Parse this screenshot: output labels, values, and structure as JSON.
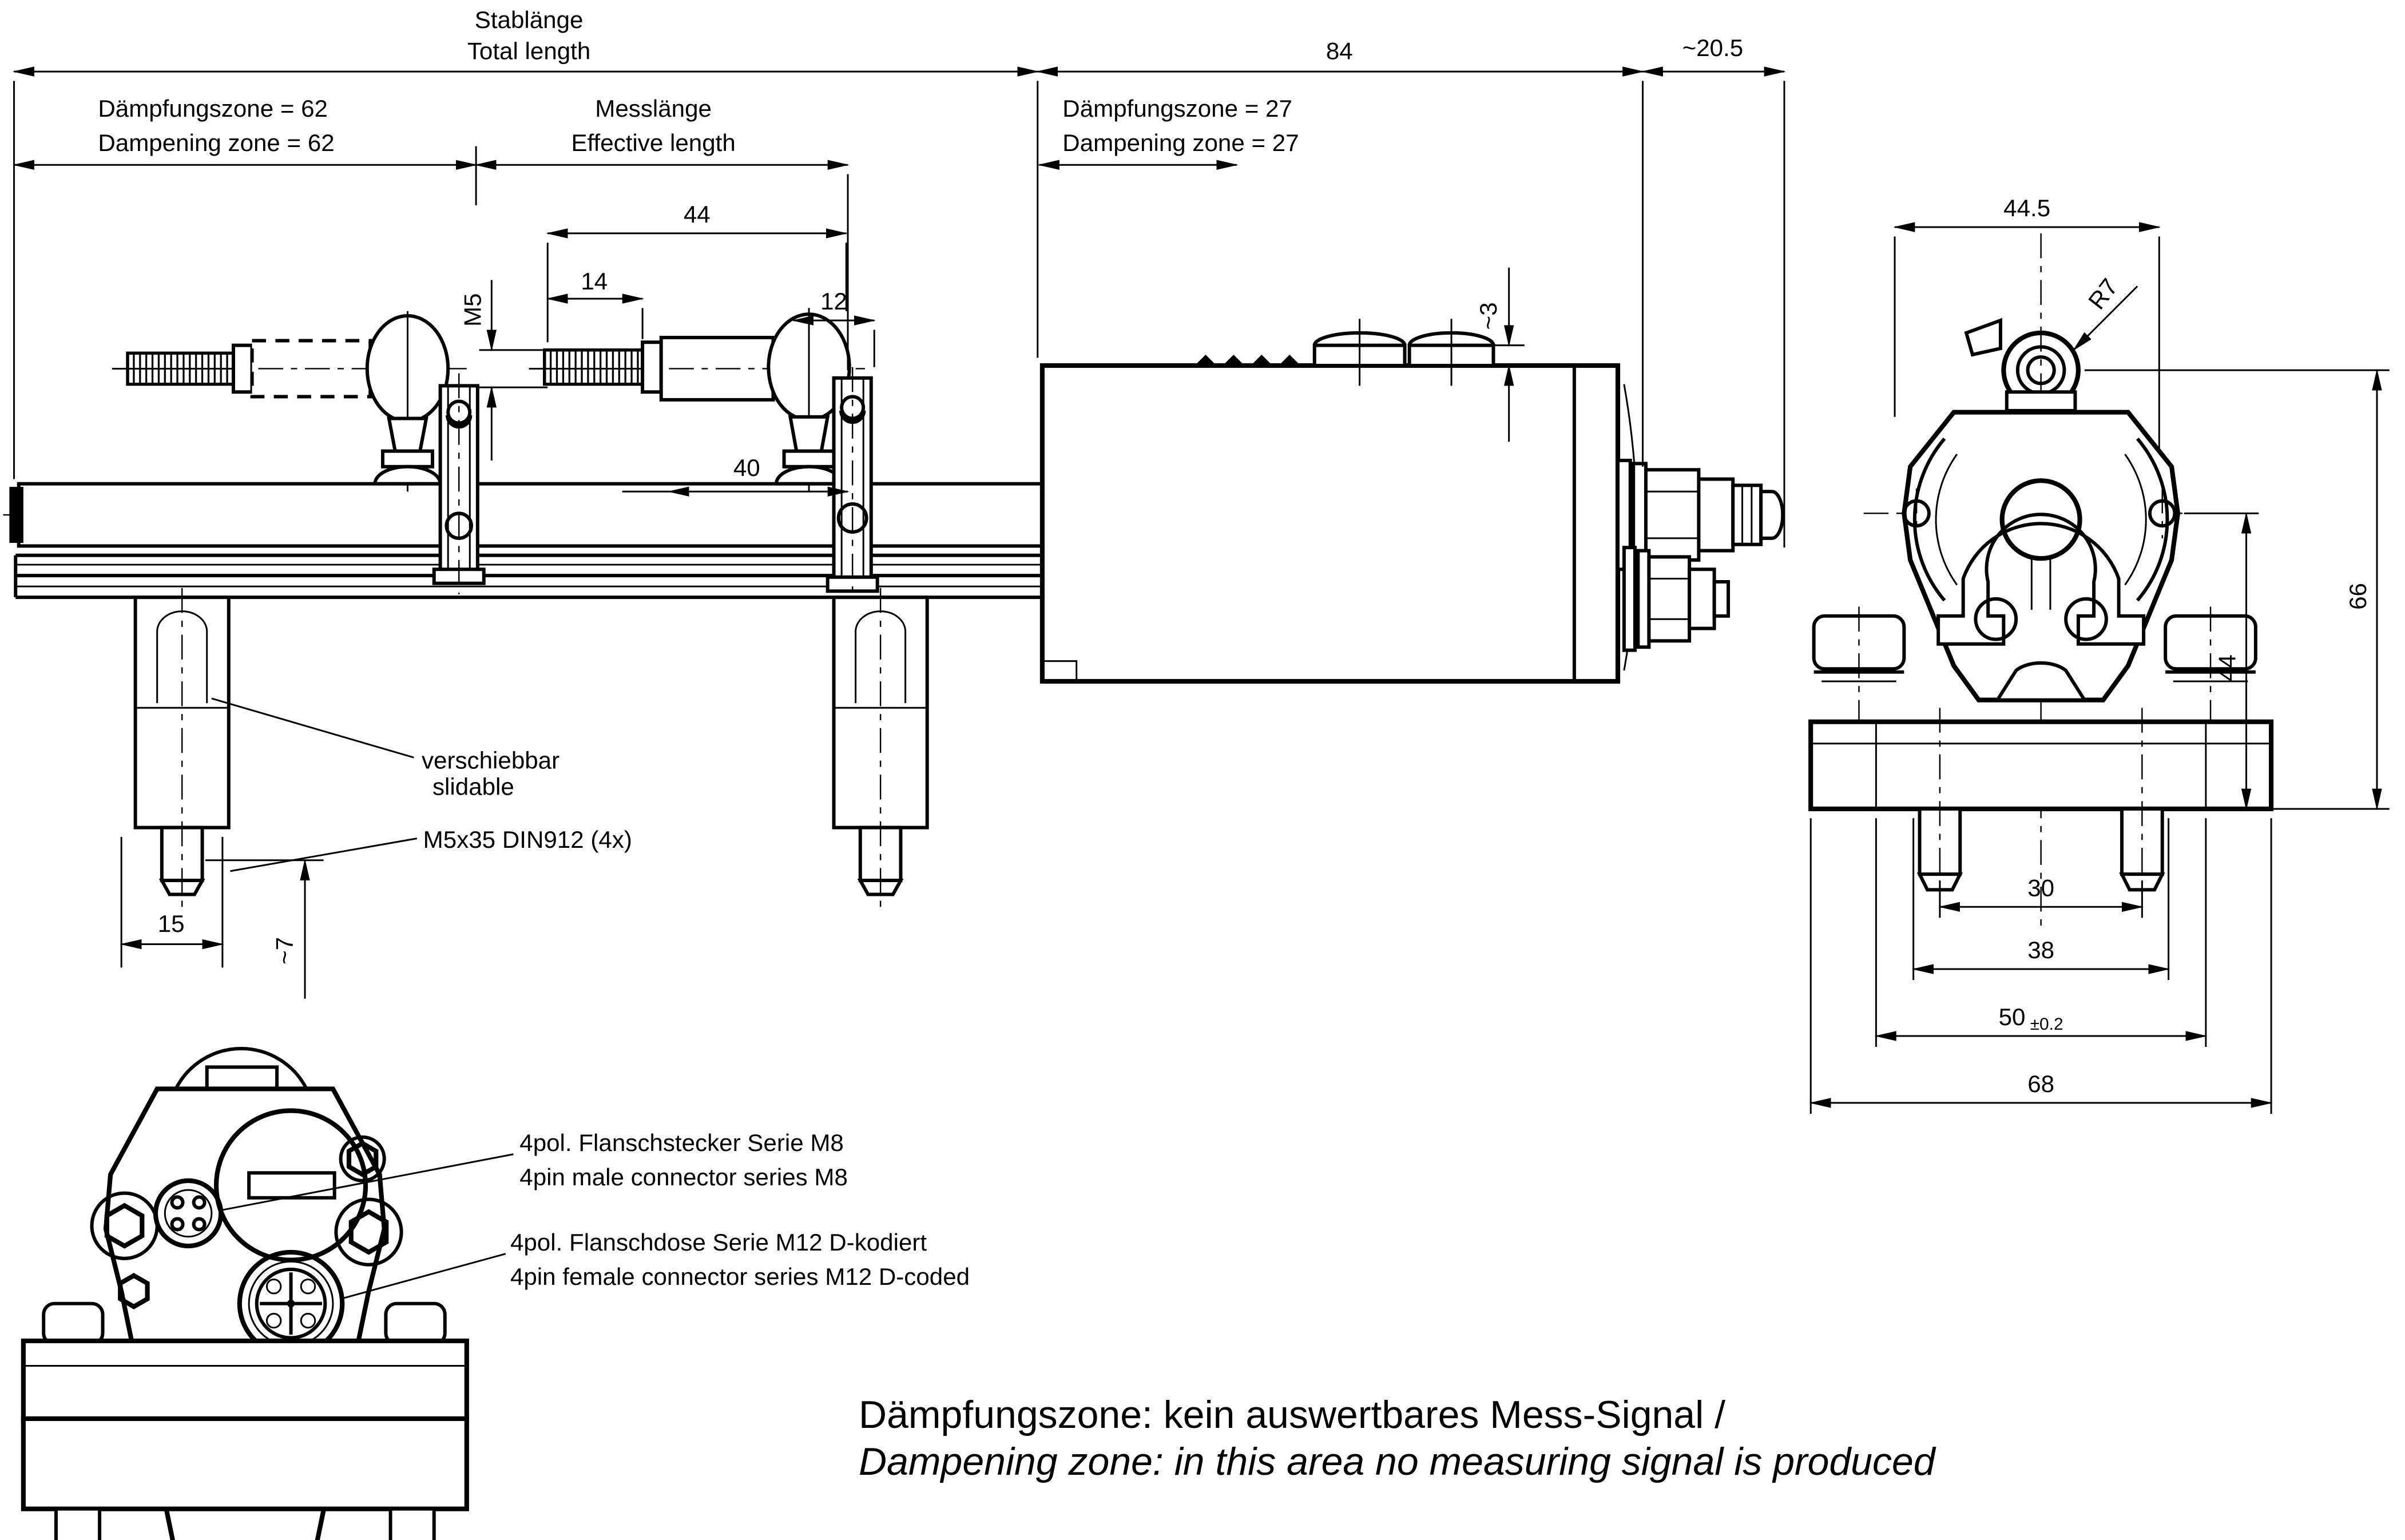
{
  "colors": {
    "ink": "#000000",
    "paper": "#ffffff"
  },
  "labels": {
    "stablaenge_de": "Stablänge",
    "stablaenge_en": "Total length",
    "dz62_de": "Dämpfungszone = 62",
    "dz62_en": "Dampening zone = 62",
    "mess_de": "Messlänge",
    "mess_en": "Effective length",
    "dz27_de": "Dämpfungszone = 27",
    "dz27_en": "Dampening zone = 27",
    "versch_de": "verschiebbar",
    "versch_en": "slidable",
    "screw": "M5x35 DIN912 (4x)",
    "m8_de": "4pol. Flanschstecker Serie M8",
    "m8_en": "4pin male connector series M8",
    "m12_de": "4pol. Flanschdose Serie M12 D-kodiert",
    "m12_en": "4pin female connector series M12 D-coded",
    "note_de": "Dämpfungszone: kein auswertbares Mess-Signal /",
    "note_en": "Dampening zone: in this area no measuring signal is produced"
  },
  "dims": {
    "d84": "84",
    "d20_5": "~20.5",
    "d44_5": "44.5",
    "r7": "R7",
    "d44_top": "44",
    "d14": "14",
    "m5": "M5",
    "d12": "12",
    "d40": "40",
    "d3": "~3",
    "d66": "66",
    "d44_right": "44",
    "d30": "30",
    "d38": "38",
    "d50": "50",
    "d50_tol": "±0.2",
    "d68": "68",
    "d15": "15",
    "d7": "~7"
  }
}
